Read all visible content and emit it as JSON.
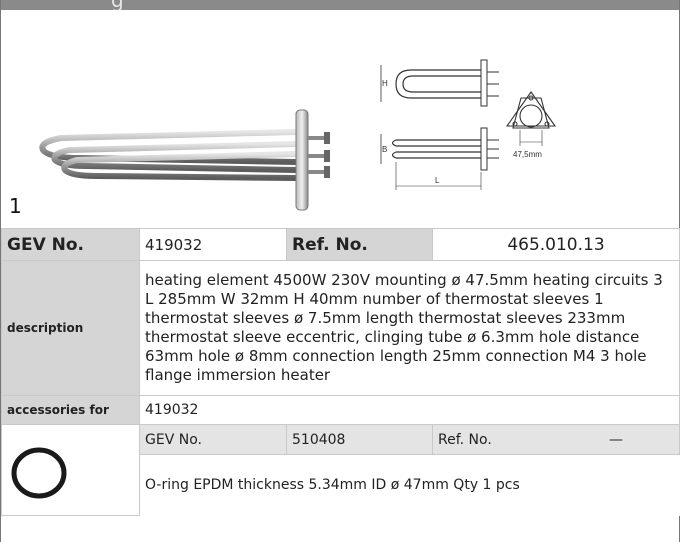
{
  "header": {
    "title_fragment": "g"
  },
  "item": {
    "number": "1"
  },
  "drawing_labels": {
    "h": "H",
    "b": "B",
    "l": "L",
    "flange_dim": "47,5mm"
  },
  "row_gev": {
    "gev_label": "GEV No.",
    "gev_value": "419032",
    "ref_label": "Ref. No.",
    "ref_value": "465.010.13"
  },
  "row_desc": {
    "label": "description",
    "text": "heating element  4500W 230V mounting ø 47.5mm heating circuits 3 L 285mm W 32mm H 40mm number of thermostat sleeves 1 thermostat sleeves ø 7.5mm length thermostat sleeves 233mm thermostat sleeve eccentric, clinging tube ø 6.3mm hole distance 63mm hole ø 8mm connection length 25mm connection M4 3 hole flange immersion heater"
  },
  "row_acc": {
    "label": "accessories for",
    "value": "419032"
  },
  "accessory": {
    "gev_label": "GEV No.",
    "gev_value": "510408",
    "ref_label": "Ref. No.",
    "ref_value": "—",
    "description": "O-ring  EPDM thickness 5.34mm ID ø 47mm Qty 1 pcs"
  }
}
